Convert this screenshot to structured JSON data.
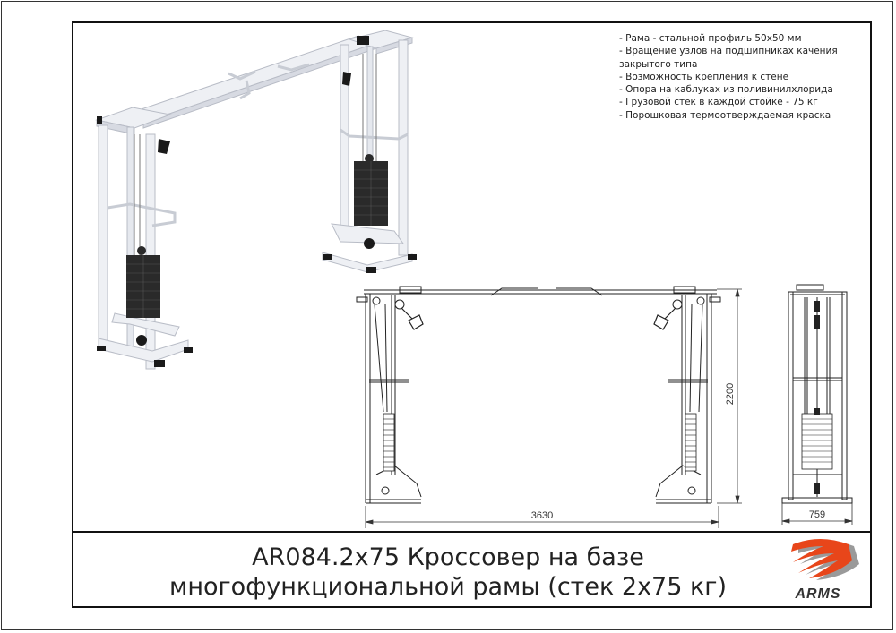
{
  "title": {
    "line1": "AR084.2x75 Кроссовер на базе",
    "line2": "многофункциональной рамы (стек 2x75 кг)"
  },
  "features": [
    "- Рама - стальной профиль 50x50 мм",
    "- Вращение узлов на подшипниках качения",
    "закрытого типа",
    "- Возможность крепления к стене",
    "- Опора на каблуках из поливинилхлорида",
    "- Грузовой стек в каждой стойке - 75 кг",
    "- Порошковая термоотверждаемая краска"
  ],
  "dimensions": {
    "width": "3630",
    "height": "2200",
    "depth": "759"
  },
  "logo": {
    "text": "ARMS",
    "colors": {
      "primary": "#e8461a",
      "shadow": "#9a9a9a",
      "text": "#333333"
    }
  },
  "images": {
    "render": "3d-render-cable-crossover",
    "front_view": "front-view-technical-drawing",
    "side_view": "side-view-technical-drawing"
  }
}
